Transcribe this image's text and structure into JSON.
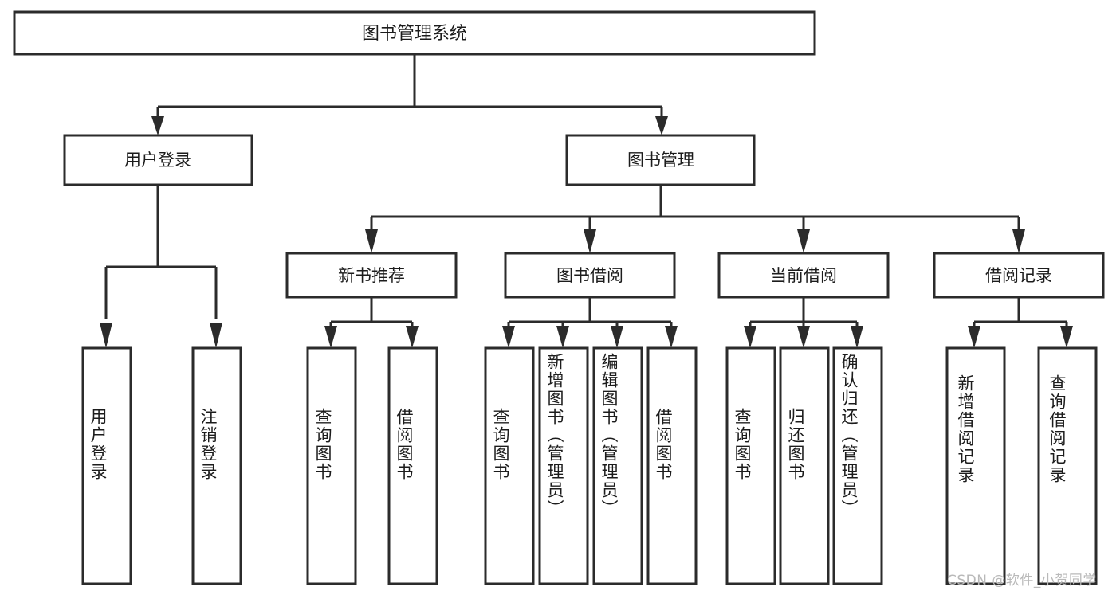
{
  "diagram": {
    "title": "图书管理系统",
    "type": "hierarchy-tree",
    "watermark": "CSDN @软件_小贺同学",
    "root": {
      "id": "root",
      "label": "图书管理系统"
    },
    "level2": [
      {
        "id": "user-login",
        "label": "用户登录"
      },
      {
        "id": "book-manage",
        "label": "图书管理"
      }
    ],
    "level3": [
      {
        "id": "new-book-recommend",
        "label": "新书推荐"
      },
      {
        "id": "book-borrow",
        "label": "图书借阅"
      },
      {
        "id": "current-borrow",
        "label": "当前借阅"
      },
      {
        "id": "borrow-record",
        "label": "借阅记录"
      }
    ],
    "leaves": {
      "user_login": [
        {
          "id": "leaf-user-login",
          "label": "用户登录"
        },
        {
          "id": "leaf-logout",
          "label": "注销登录"
        }
      ],
      "new_book_recommend": [
        {
          "id": "leaf-query-book-1",
          "label": "查询图书"
        },
        {
          "id": "leaf-borrow-book-1",
          "label": "借阅图书"
        }
      ],
      "book_borrow": [
        {
          "id": "leaf-query-book-2",
          "label": "查询图书"
        },
        {
          "id": "leaf-add-book",
          "label": "新增图书（管理员）"
        },
        {
          "id": "leaf-edit-book",
          "label": "编辑图书（管理员）"
        },
        {
          "id": "leaf-borrow-book-2",
          "label": "借阅图书"
        }
      ],
      "current_borrow": [
        {
          "id": "leaf-query-book-3",
          "label": "查询图书"
        },
        {
          "id": "leaf-return-book",
          "label": "归还图书"
        },
        {
          "id": "leaf-confirm-return",
          "label": "确认归还（管理员）"
        }
      ],
      "borrow_record": [
        {
          "id": "leaf-add-record",
          "label": "新增借阅记录"
        },
        {
          "id": "leaf-query-record",
          "label": "查询借阅记录"
        }
      ]
    },
    "colors": {
      "stroke": "#2b2b2b",
      "fill": "#ffffff",
      "text": "#1c1c1c",
      "watermark": "#b9b9b9"
    }
  }
}
